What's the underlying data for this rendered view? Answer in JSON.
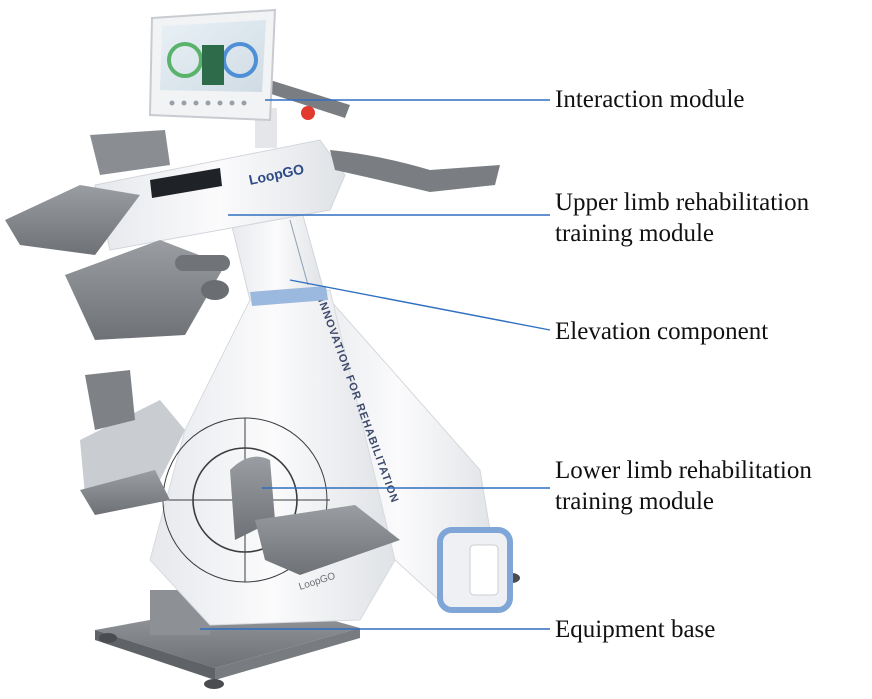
{
  "labels": {
    "interaction": "Interaction module",
    "upper_line1": "Upper limb rehabilitation",
    "upper_line2": "training module",
    "elevation": "Elevation component",
    "lower_line1": "Lower limb rehabilitation",
    "lower_line2": "training module",
    "base": "Equipment base"
  },
  "brand": {
    "logo_text": "LoopGO",
    "column_text": "INNOVATION FOR REHABILITATION"
  },
  "colors": {
    "leader_line": "#2f6fc0",
    "device_body": "#f3f4f6",
    "device_gray": "#8a8d92",
    "accent_blue": "#7fa6d6",
    "emergency_red": "#e23a2e"
  }
}
